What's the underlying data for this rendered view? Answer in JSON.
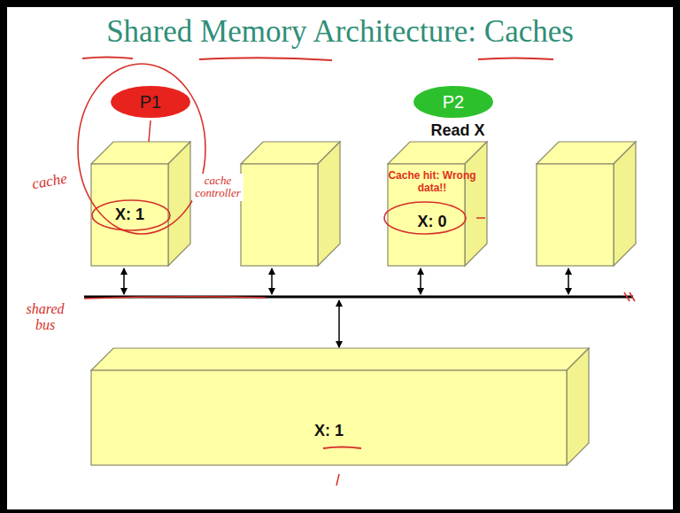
{
  "diagram": {
    "title": "Shared Memory Architecture: Caches",
    "nodes": [
      {
        "text": [
          "P1"
        ]
      },
      {
        "text": [
          "P2"
        ]
      },
      {
        "text": [
          "X: 1"
        ]
      },
      {
        "text": [
          "Cache hit: Wrong data!!",
          "X: 0"
        ]
      },
      {
        "text": [
          "X: 1"
        ]
      }
    ],
    "labels": [
      "Read X",
      "cache",
      "cache controller",
      "shared bus"
    ]
  }
}
